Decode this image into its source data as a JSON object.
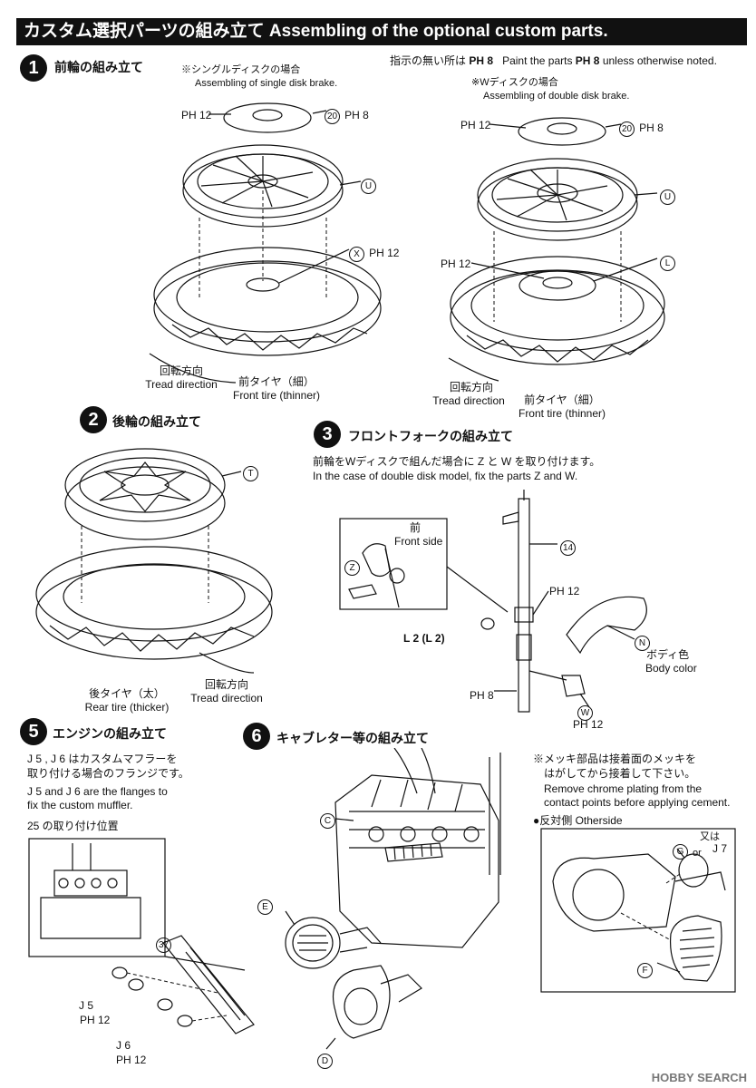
{
  "header": {
    "title": "カスタム選択パーツの組み立て Assembling of the optional custom parts."
  },
  "paint_note": {
    "jp": "指示の無い所は",
    "paint_code": "PH 8",
    "en": "Paint the parts",
    "en_code": "PH 8",
    "en_tail": "unless otherwise noted."
  },
  "step1": {
    "number": "1",
    "title": "前輪の組み立て",
    "single": {
      "note_jp": "※シングルディスクの場合",
      "note_en": "Assembling of single disk brake.",
      "labels": {
        "ph12_top": "PH 12",
        "part20": "20",
        "ph8_top": "PH 8",
        "partU": "U",
        "partX": "X",
        "ph12_x": "PH 12"
      },
      "dir_jp": "回転方向",
      "dir_en": "Tread direction",
      "tire_jp": "前タイヤ（細）",
      "tire_en": "Front tire (thinner)"
    },
    "double": {
      "note_jp": "※Wディスクの場合",
      "note_en": "Assembling of double disk brake.",
      "labels": {
        "ph12_top": "PH 12",
        "part20": "20",
        "ph8_top": "PH 8",
        "partU": "U",
        "ph12_l": "PH 12",
        "partL": "L"
      },
      "dir_jp": "回転方向",
      "dir_en": "Tread direction",
      "tire_jp": "前タイヤ（細）",
      "tire_en": "Front tire (thinner)"
    }
  },
  "step2": {
    "number": "2",
    "title": "後輪の組み立て",
    "partT": "T",
    "tire_jp": "後タイヤ（太）",
    "tire_en": "Rear tire (thicker)",
    "dir_jp": "回転方向",
    "dir_en": "Tread direction"
  },
  "step3": {
    "number": "3",
    "title": "フロントフォークの組み立て",
    "note_jp": "前輪をWディスクで組んだ場合に Z と W を取り付けます。",
    "note_en": "In the case of double disk model, fix the parts Z and W.",
    "front_jp": "前",
    "front_en": "Front side",
    "partZ": "Z",
    "part14": "14",
    "ph12": "PH 12",
    "partL": "L 2 (L 2)",
    "partN": "N",
    "body_jp": "ボディ色",
    "body_en": "Body color",
    "ph8": "PH 8",
    "partW": "W",
    "ph12_w": "PH 12"
  },
  "step5": {
    "number": "5",
    "title": "エンジンの組み立て",
    "note_jp1": "J 5 , J 6 はカスタムマフラーを",
    "note_jp2": "取り付ける場合のフランジです。",
    "note_en1": "J 5 and J 6 are the flanges to",
    "note_en2": "fix the custom muffler.",
    "mount_label": "25 の取り付け位置",
    "part37": "37",
    "j5": "J 5",
    "ph12_a": "PH 12",
    "j6": "J 6",
    "ph12_b": "PH 12"
  },
  "step6": {
    "number": "6",
    "title": "キャブレター等の組み立て",
    "chrome_jp1": "※メッキ部品は接着面のメッキを",
    "chrome_jp2": "はがしてから接着して下さい。",
    "chrome_en1": "Remove chrome plating from the",
    "chrome_en2": "contact points before applying cement.",
    "otherside": "●反対側 Otherside",
    "partC": "C",
    "partE": "E",
    "partD": "D",
    "partG": "G",
    "partF": "F",
    "or_jp": "又は",
    "or_en": "or",
    "j7": "J 7"
  },
  "watermark": "HOBBY SEARCH"
}
